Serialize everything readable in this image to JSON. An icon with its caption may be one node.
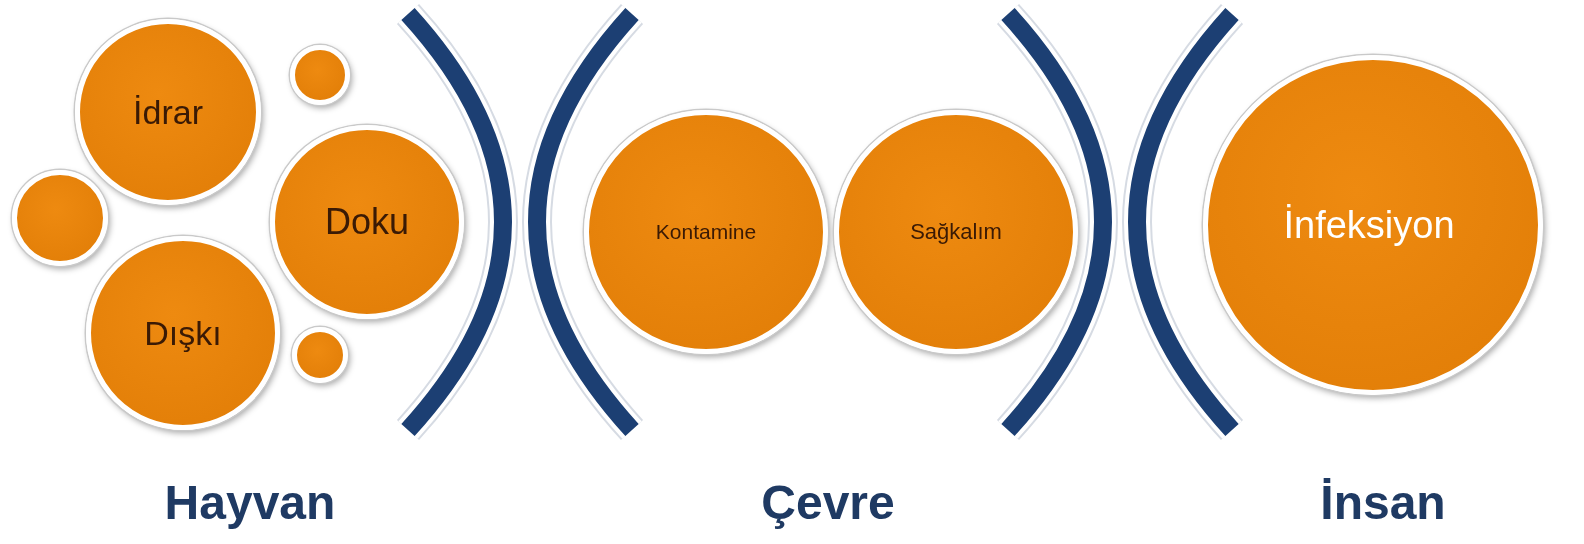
{
  "diagram": {
    "nodes": [
      {
        "text": [
          "İdrar"
        ]
      },
      {
        "text": [],
        "shape": "circle"
      },
      {
        "text": [],
        "shape": "circle"
      },
      {
        "text": [
          "Doku"
        ]
      },
      {
        "text": [
          "Dışkı"
        ]
      },
      {
        "text": [],
        "shape": "circle"
      },
      {
        "text": [
          "Kontamine"
        ]
      },
      {
        "text": [
          "Sağkalım"
        ]
      },
      {
        "text": [
          "İnfeksiyon"
        ]
      }
    ],
    "labels": [
      "Hayvan",
      "Çevre",
      "İnsan"
    ]
  }
}
